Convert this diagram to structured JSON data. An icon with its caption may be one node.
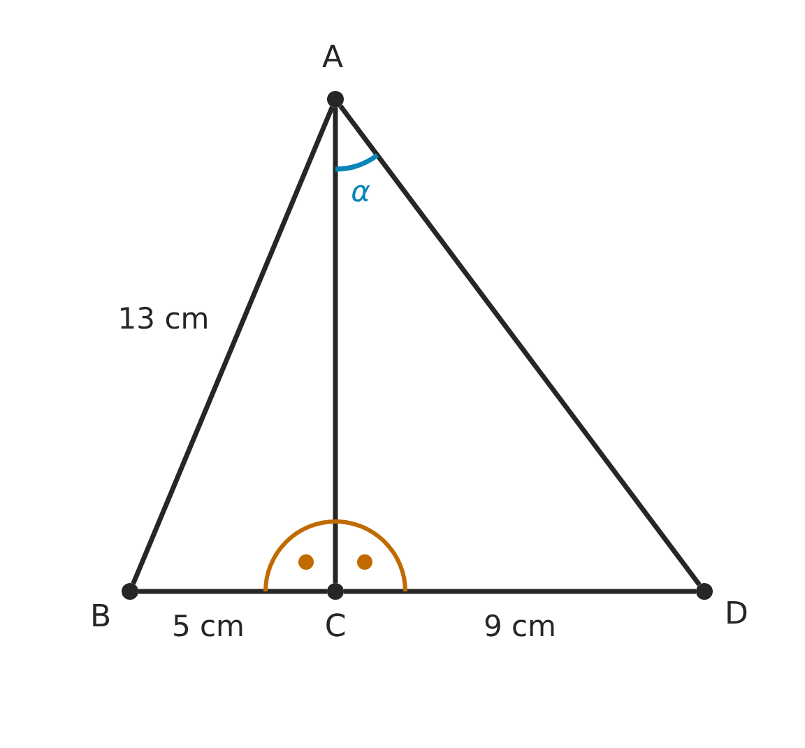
{
  "diagram": {
    "nodes": [
      {
        "text": [
          "A"
        ]
      },
      {
        "text": [
          "B"
        ]
      },
      {
        "text": [
          "C"
        ]
      },
      {
        "text": [
          "D"
        ]
      }
    ],
    "edges": [
      {
        "from": 0,
        "to": 1,
        "arrow": "none",
        "label": "13 cm"
      },
      {
        "from": 1,
        "to": 2,
        "arrow": "none",
        "label": "5 cm"
      },
      {
        "from": 2,
        "to": 3,
        "arrow": "none",
        "label": "9 cm"
      },
      {
        "from": 0,
        "to": 2,
        "arrow": "none"
      },
      {
        "from": 0,
        "to": 3,
        "arrow": "none"
      }
    ],
    "labels": [
      "α"
    ]
  }
}
